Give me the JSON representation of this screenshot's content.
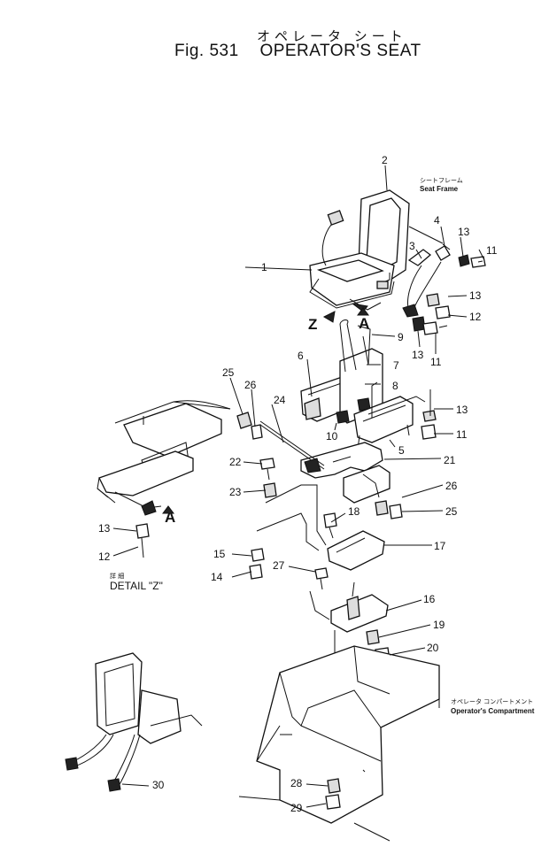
{
  "header": {
    "title_jp": "オペレータ シート",
    "fig_label": "Fig. 531",
    "title": "OPERATOR'S SEAT"
  },
  "labels": {
    "seat_frame_jp": "シートフレーム",
    "seat_frame": "Seat Frame",
    "compartment_jp": "オペレータ コンパートメント",
    "compartment": "Operator's Compartment",
    "detail_jp": "詳 細",
    "detail": "DETAIL \"Z\"",
    "view_z": "Z",
    "view_a": "A",
    "view_a2": "A"
  },
  "parts": [
    "1",
    "2",
    "3",
    "4",
    "5",
    "6",
    "7",
    "8",
    "9",
    "10",
    "11",
    "11",
    "11",
    "12",
    "12",
    "13",
    "13",
    "13",
    "13",
    "13",
    "14",
    "15",
    "16",
    "17",
    "18",
    "19",
    "20",
    "21",
    "22",
    "23",
    "24",
    "25",
    "25",
    "26",
    "26",
    "27",
    "28",
    "29",
    "30"
  ]
}
